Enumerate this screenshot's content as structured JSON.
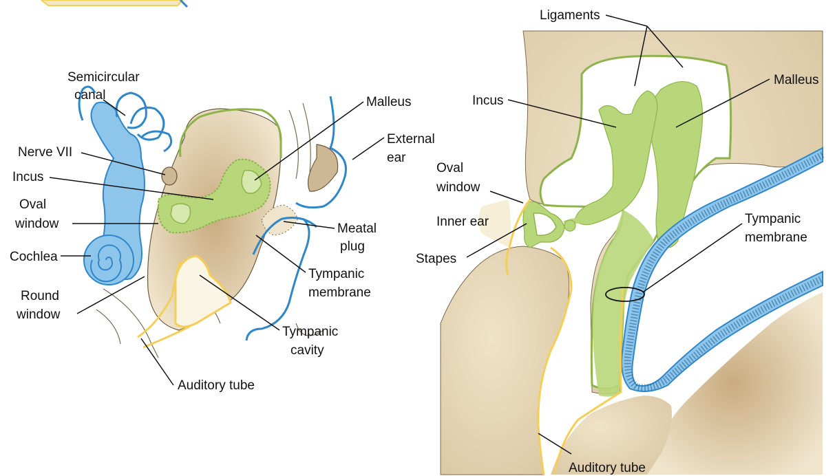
{
  "left_diagram": {
    "labels": {
      "semicircular_canal_line1": "Semicircular",
      "semicircular_canal_line2": "canal",
      "nerve_vii": "Nerve VII",
      "incus": "Incus",
      "oval_window_line1": "Oval",
      "oval_window_line2": "window",
      "cochlea": "Cochlea",
      "round_window_line1": "Round",
      "round_window_line2": "window",
      "auditory_tube": "Auditory tube",
      "malleus": "Malleus",
      "external_ear_line1": "External",
      "external_ear_line2": "ear",
      "meatal_plug_line1": "Meatal",
      "meatal_plug_line2": "plug",
      "tympanic_membrane_line1": "Tympanic",
      "tympanic_membrane_line2": "membrane",
      "tympanic_cavity_line1": "Tympanic",
      "tympanic_cavity_line2": "cavity"
    }
  },
  "right_diagram": {
    "labels": {
      "ligaments": "Ligaments",
      "incus": "Incus",
      "malleus": "Malleus",
      "oval_window_line1": "Oval",
      "oval_window_line2": "window",
      "inner_ear": "Inner ear",
      "stapes": "Stapes",
      "tympanic_membrane_line1": "Tympanic",
      "tympanic_membrane_line2": "membrane",
      "auditory_tube": "Auditory tube"
    }
  },
  "colors": {
    "bone": "#e6d8bd",
    "ossicles": "#b8d77a",
    "inner_ear_and_ectoderm": "#8ec5ea",
    "endoderm_lining": "#f3cf5a"
  }
}
